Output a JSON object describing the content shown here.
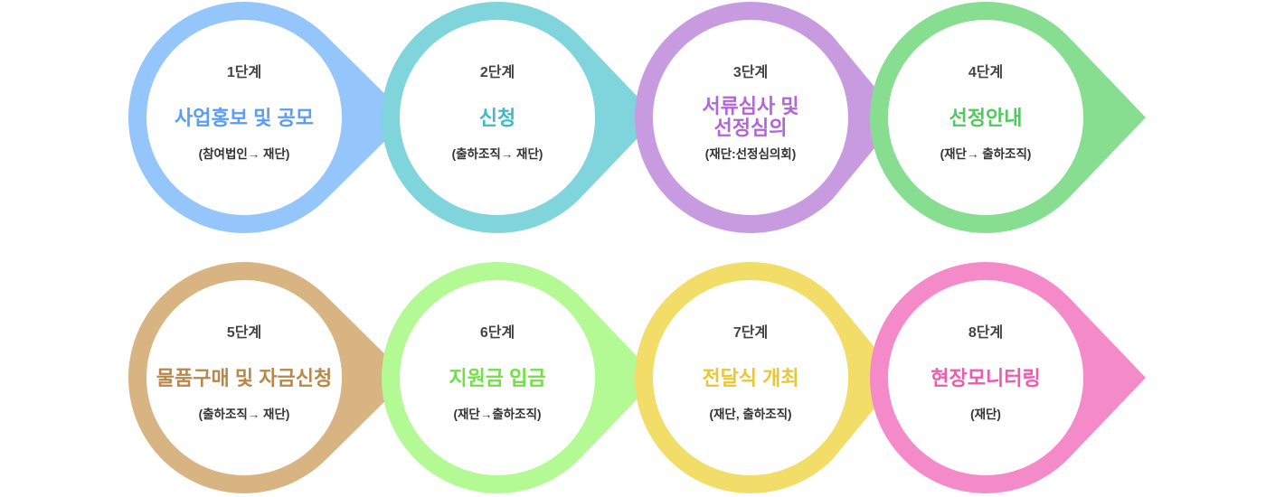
{
  "steps": [
    {
      "label": "1단계",
      "title": [
        "사업홍보 및 공모"
      ],
      "sub": "(참여법인→ 재단)",
      "color": "#94c5fb",
      "title_color": "#5b9df0"
    },
    {
      "label": "2단계",
      "title": [
        "신청"
      ],
      "sub": "(출하조직→ 재단)",
      "color": "#80d5dd",
      "title_color": "#3dbbc8"
    },
    {
      "label": "3단계",
      "title": [
        "서류심사 및",
        "선정심의"
      ],
      "sub": "(재단:선정심의회)",
      "color": "#c89be0",
      "title_color": "#b165d6"
    },
    {
      "label": "4단계",
      "title": [
        "선정안내"
      ],
      "sub": "(재단→ 출하조직)",
      "color": "#88de90",
      "title_color": "#4fcb5b"
    },
    {
      "label": "5단계",
      "title": [
        "물품구매 및 자금신청"
      ],
      "sub": "(출하조직→ 재단)",
      "color": "#d9b483",
      "title_color": "#b98748"
    },
    {
      "label": "6단계",
      "title": [
        "지원금 입금"
      ],
      "sub": "(재단→출하조직)",
      "color": "#b3f994",
      "title_color": "#71df45"
    },
    {
      "label": "7단계",
      "title": [
        "전달식 개최"
      ],
      "sub": "(재단, 출하조직)",
      "color": "#f2dd68",
      "title_color": "#e7c63a"
    },
    {
      "label": "8단계",
      "title": [
        "현장모니터링"
      ],
      "sub": "(재단)",
      "color": "#f48ac8",
      "title_color": "#ee5aad"
    }
  ]
}
